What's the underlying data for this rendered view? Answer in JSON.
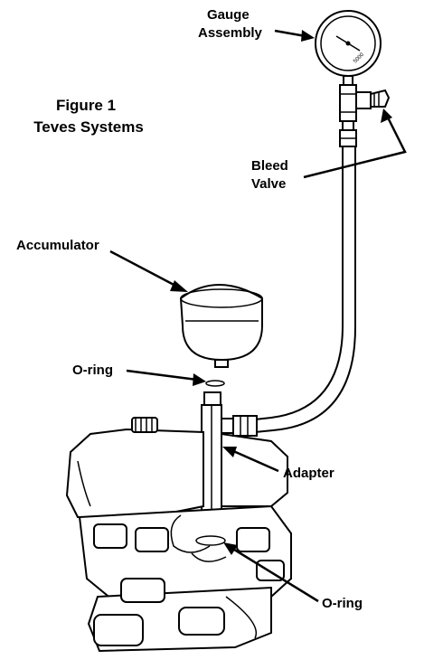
{
  "figure": {
    "title_line1": "Figure 1",
    "title_line2": "Teves Systems"
  },
  "labels": {
    "gauge_line1": "Gauge",
    "gauge_line2": "Assembly",
    "bleed_line1": "Bleed",
    "bleed_line2": "Valve",
    "accumulator": "Accumulator",
    "oring_top": "O-ring",
    "adapter": "Adapter",
    "oring_bottom": "O-ring"
  },
  "gauge_dial": {
    "text": "5000"
  }
}
